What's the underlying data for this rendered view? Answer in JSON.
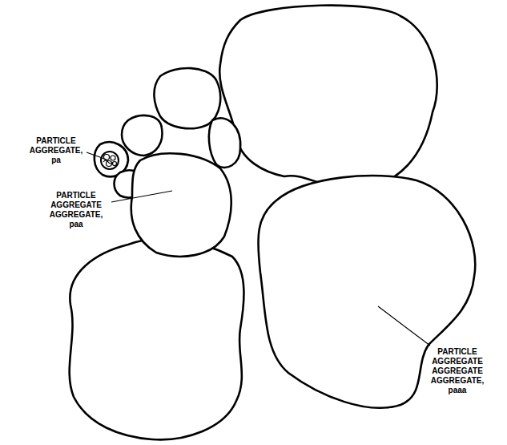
{
  "diagram": {
    "labels": [
      "PARTICLE AGGREGATE, pa",
      "PARTICLE AGGREGATE AGGREGATE, paa",
      "PARTICLE AGGREGATE AGGREGATE AGGREGATE, paaa"
    ]
  }
}
